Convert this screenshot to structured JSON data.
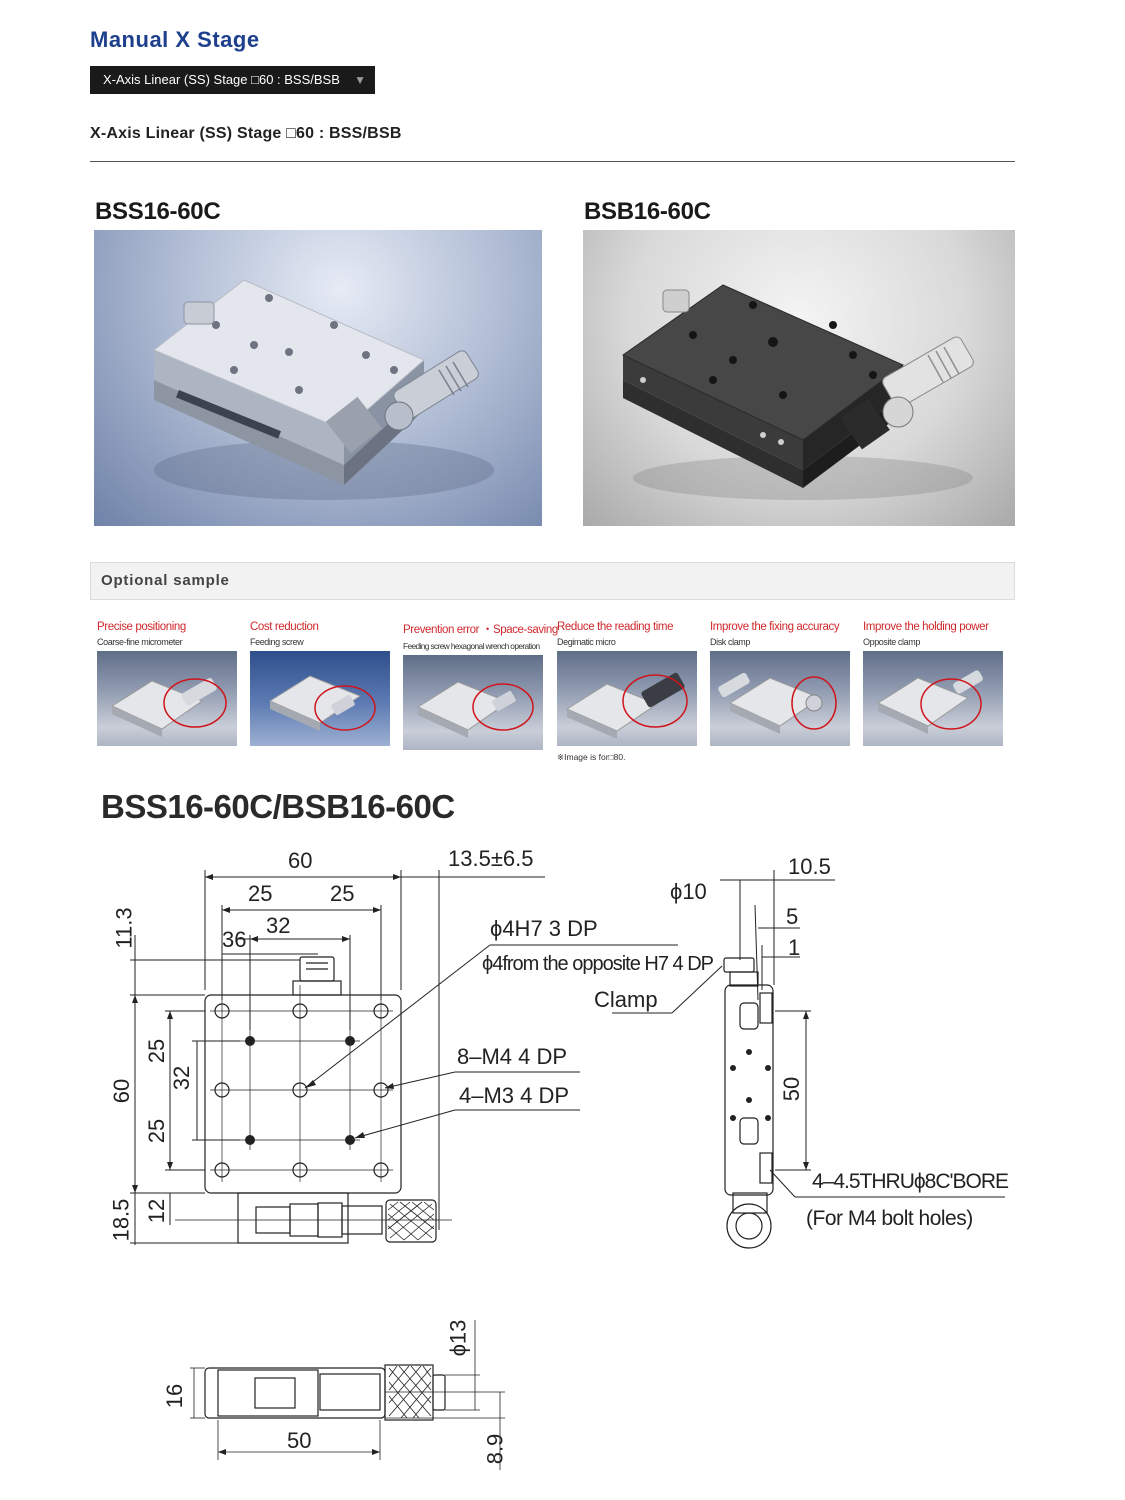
{
  "header": {
    "title": "Manual X Stage",
    "selector_value": "X-Axis Linear (SS) Stage □60 : BSS/BSB",
    "subtitle": "X-Axis Linear (SS) Stage □60 : BSS/BSB"
  },
  "products": [
    {
      "name": "BSS16-60C",
      "finish": "silver"
    },
    {
      "name": "BSB16-60C",
      "finish": "black"
    }
  ],
  "optional": {
    "heading": "Optional sample",
    "items": [
      {
        "title": "Precise positioning",
        "subtitle": "Coarse-fine micrometer"
      },
      {
        "title": "Cost reduction",
        "subtitle": "Feeding screw"
      },
      {
        "title": "Prevention error ・Space-saving",
        "subtitle": "Feeding screw hexagonal wrench operation"
      },
      {
        "title": "Reduce the reading time",
        "subtitle": "Degimatic micro"
      },
      {
        "title": "Improve the fixing accuracy",
        "subtitle": "Disk clamp"
      },
      {
        "title": "Improve the holding power",
        "subtitle": "Opposite clamp"
      }
    ],
    "note": "※Image is for□80."
  },
  "drawing": {
    "title": "BSS16-60C/BSB16-60C",
    "dims": {
      "width_60": "60",
      "travel": "13.5±6.5",
      "d25a": "25",
      "d25b": "25",
      "d32": "32",
      "d36": "36",
      "d11_3": "11.3",
      "h60": "60",
      "v25a": "25",
      "v32": "32",
      "v25b": "25",
      "d18_5": "18.5",
      "d12": "12",
      "phi10": "ϕ10",
      "d10_5": "10.5",
      "d5": "5",
      "d1": "1",
      "d50v": "50",
      "phi13": "ϕ13",
      "d16": "16",
      "d50h": "50",
      "d8_9": "8.9"
    },
    "callouts": {
      "hole_h7": "ϕ4H7 3 DP",
      "hole_opposite": "ϕ4from the opposite H7 4 DP",
      "clamp": "Clamp",
      "m4": "8–M4 4 DP",
      "m3": "4–M3 4 DP",
      "thru": "4–4.5THRUϕ8C'BORE",
      "bolt": "(For M4 bolt holes)"
    }
  }
}
